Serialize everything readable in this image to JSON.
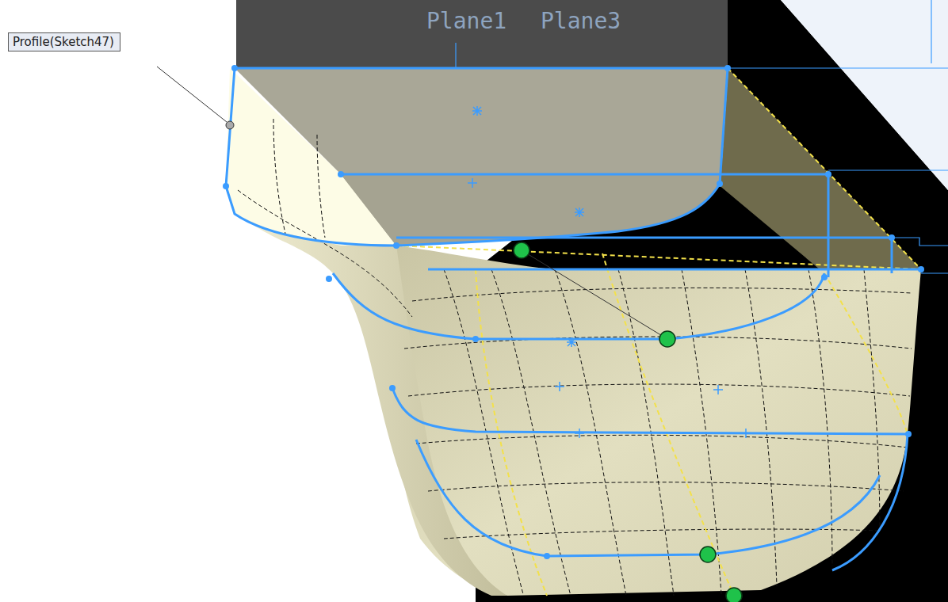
{
  "diagram": {
    "nodes": [
      {
        "text": [
          "Profile(Sketch47)"
        ]
      }
    ],
    "labels": [
      "Plane1",
      "Plane3"
    ]
  }
}
